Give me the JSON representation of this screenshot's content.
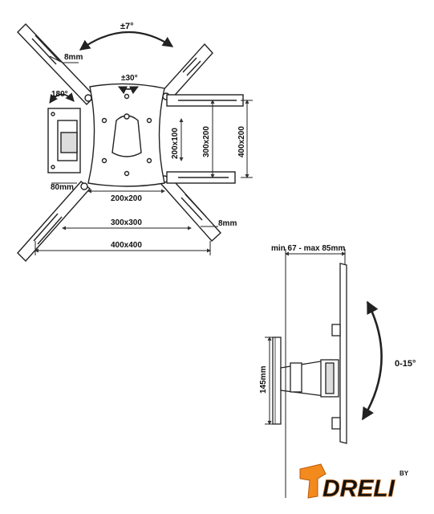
{
  "front_view": {
    "tilt_range_label": "±7°",
    "slot_width_top": "8mm",
    "rotation_label": "±30°",
    "swivel_label": "180°",
    "wall_plate_depth": "80mm",
    "slot_width_bottom": "8mm",
    "vesa_200x200": "200x200",
    "vesa_300x300": "300x300",
    "vesa_400x400": "400x400",
    "vesa_200x100": "200x100",
    "vesa_300x200": "300x200",
    "vesa_400x200": "400x200"
  },
  "side_view": {
    "depth_range": "min 67 - max 85mm",
    "plate_height": "145mm",
    "tilt_range": "0-15°"
  },
  "brand": {
    "name": "DRELI",
    "tagline": "BY",
    "color": "#f28a1e"
  }
}
